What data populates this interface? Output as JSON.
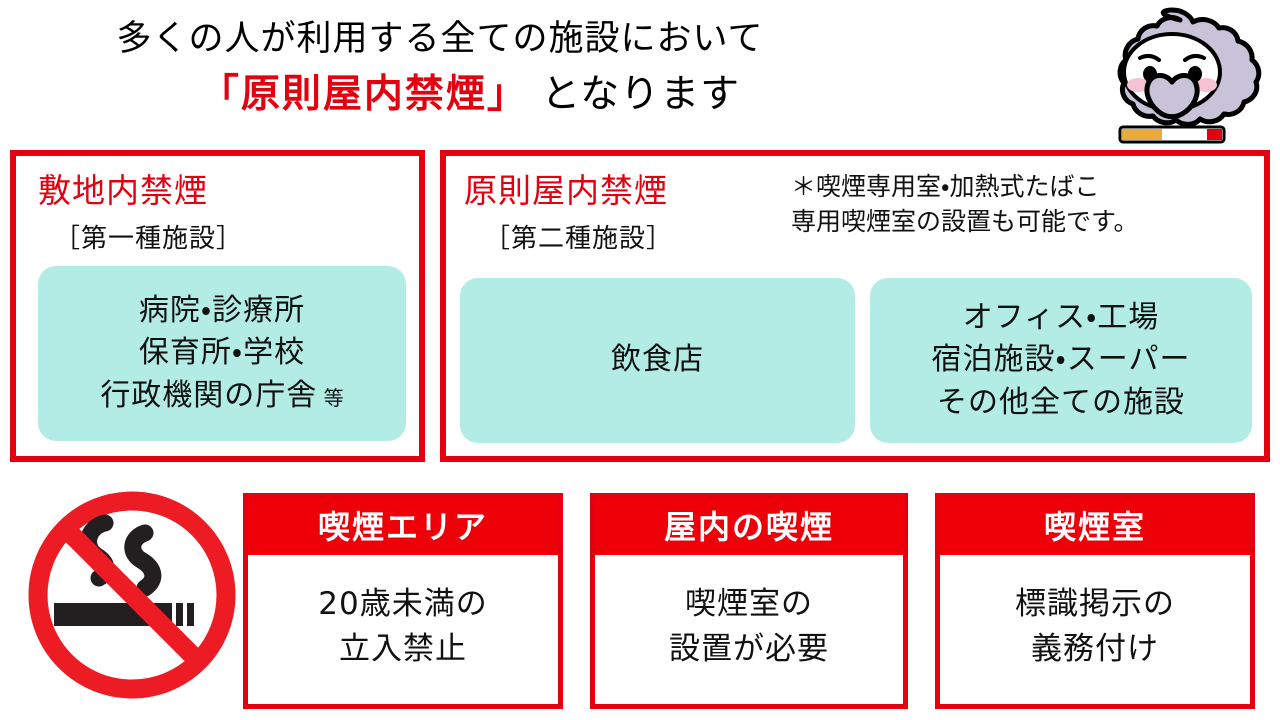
{
  "header": {
    "line1": "多くの人が利用する全ての施設において",
    "line2_quoted": "「原則屋内禁煙」",
    "line2_tail": " となります"
  },
  "mascot": {
    "name": "smoke-cloud-character",
    "cigarette": "cigarette",
    "colors": {
      "cloud": "#c8c3d8",
      "face": "#ffffff",
      "blush": "#f6c2d4",
      "outline": "#000000",
      "cigarette_body": "#ffffff",
      "cigarette_filter": "#e9a93d",
      "cigarette_tip": "#e3000f"
    }
  },
  "panels": [
    {
      "id": "first",
      "title": "敷地内禁煙",
      "subtitle": "［第一種施設］",
      "boxes": [
        {
          "text": "病院・診療所\n保育所・学校\n行政機関の庁舎",
          "suffix": " 等"
        }
      ]
    },
    {
      "id": "second",
      "title": "原則屋内禁煙",
      "subtitle": "［第二種施設］",
      "note": "＊喫煙専用室・加熱式たばこ\n専用喫煙室の設置も可能です。",
      "boxes": [
        {
          "text": "飲食店",
          "suffix": ""
        },
        {
          "text": "オフィス・工場\n宿泊施設・スーパー\nその他全ての施設",
          "suffix": ""
        }
      ]
    }
  ],
  "no_smoking_sign": {
    "label": "no-smoking-sign",
    "ring_color": "#ed1c24",
    "cigarette_color": "#231f20"
  },
  "rule_cards": [
    {
      "id": "area",
      "header": "喫煙エリア",
      "body": "20歳未満の\n立入禁止"
    },
    {
      "id": "indoor",
      "header": "屋内の喫煙",
      "body": "喫煙室の\n設置が必要"
    },
    {
      "id": "room",
      "header": "喫煙室",
      "body": "標識掲示の\n義務付け"
    }
  ],
  "colors": {
    "red": "#e3000f",
    "card_header_red": "#ed0008",
    "teal": "#b2ece4",
    "text": "#111111",
    "background": "#ffffff"
  }
}
